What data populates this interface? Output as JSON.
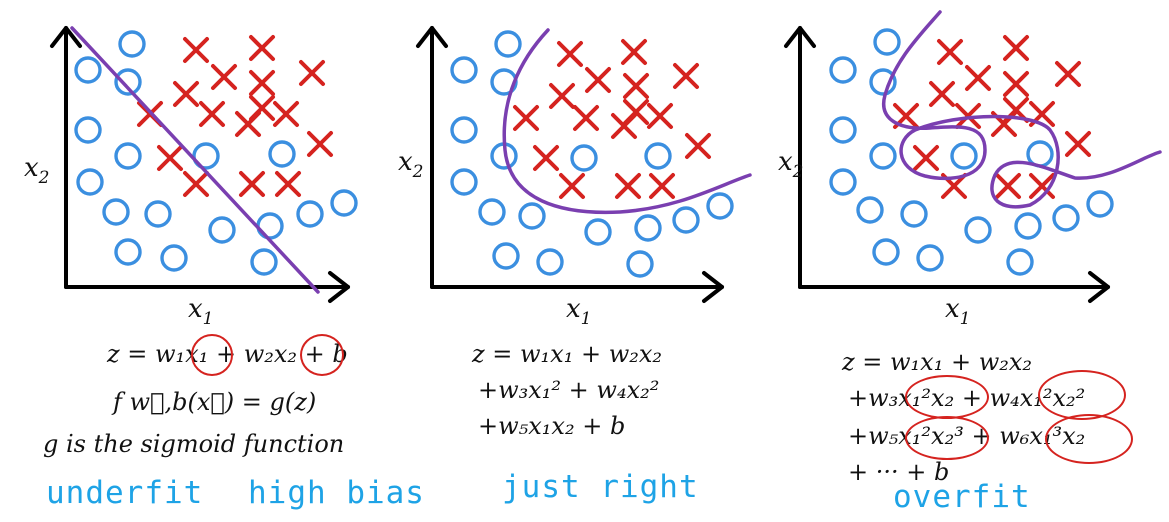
{
  "panels": [
    {
      "id": "underfit",
      "x_label": "x",
      "x_label_sub": "1",
      "y_label": "x",
      "y_label_sub": "2",
      "caption": "underfit",
      "caption2": "high bias",
      "equations": {
        "line1": "z = w₁x₁ + w₂x₂ + b",
        "line2": "f w⃗,b(x⃗) = g(z)",
        "line3": "g is the sigmoid function"
      }
    },
    {
      "id": "just-right",
      "x_label": "x",
      "x_label_sub": "1",
      "y_label": "x",
      "y_label_sub": "2",
      "caption": "just right",
      "equations": {
        "line1": "z = w₁x₁ + w₂x₂",
        "line2": "+w₃x₁² + w₄x₂²",
        "line3": "+w₅x₁x₂ + b"
      }
    },
    {
      "id": "overfit",
      "x_label": "x",
      "x_label_sub": "1",
      "y_label": "x",
      "y_label_sub": "2",
      "caption": "overfit",
      "equations": {
        "line1": "z = w₁x₁ + w₂x₂",
        "line2": "+w₃x₁²x₂ + w₄x₁²x₂²",
        "line3": "+w₅x₁²x₂³ + w₆x₁³x₂",
        "line4": "+ ··· + b"
      }
    }
  ],
  "colors": {
    "positive": "#d5231f",
    "negative": "#3b8fe0",
    "boundary": "#7a3fb0",
    "axis": "#000000",
    "caption": "#1ea3e6"
  }
}
